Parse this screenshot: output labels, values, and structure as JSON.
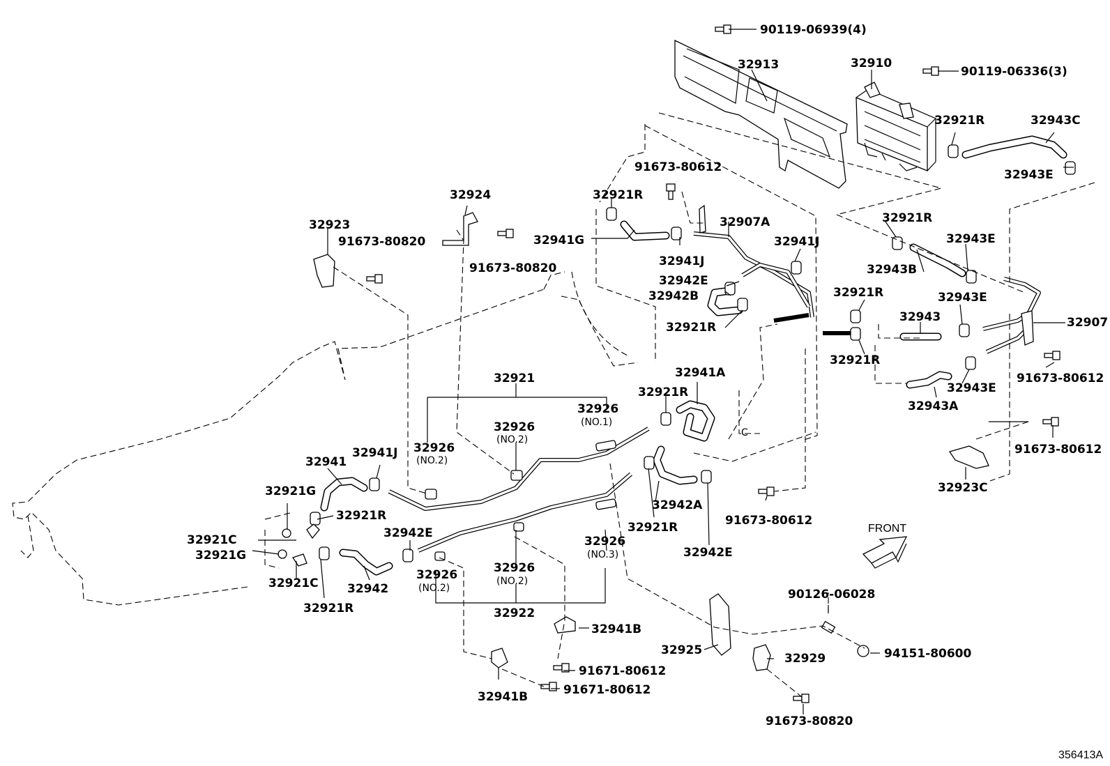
{
  "diagram_id": "356413A",
  "front_label": "FRONT",
  "labels": {
    "p32913": "32913",
    "p32910": "32910",
    "b90119_06939": "90119-06939(4)",
    "b90119_06336": "90119-06336(3)",
    "p32921R_a": "32921R",
    "p32943C": "32943C",
    "p32943E_a": "32943E",
    "b91673_80612_a": "91673-80612",
    "p32924": "32924",
    "p32921R_b": "32921R",
    "p32923": "32923",
    "b91673_80820_a": "91673-80820",
    "b91673_80820_b": "91673-80820",
    "p32941G": "32941G",
    "p32907A": "32907A",
    "p32941J_a": "32941J",
    "p32941J_b": "32941J",
    "p32942E_a": "32942E",
    "p32942B": "32942B",
    "p32921R_c": "32921R",
    "p32921R_d": "32921R",
    "p32943B": "32943B",
    "p32943E_b": "32943E",
    "p32921R_e": "32921R",
    "p32943": "32943",
    "p32943E_c": "32943E",
    "p32907": "32907",
    "p32921R_f": "32921R",
    "b91673_80612_b": "91673-80612",
    "p32943E_d": "32943E",
    "p32943A": "32943A",
    "p32941A": "32941A",
    "p32921R_g": "32921R",
    "p32921": "32921",
    "p32926_a": "32926",
    "no1": "(NO.1)",
    "p32926_b": "32926",
    "no2_b": "(NO.2)",
    "p32926_c": "32926",
    "no2_c": "(NO.2)",
    "p32941": "32941",
    "p32941J_c": "32941J",
    "p32921G_a": "32921G",
    "p32921R_h": "32921R",
    "p32921C_a": "32921C",
    "p32921G_b": "32921G",
    "p32921C_b": "32921C",
    "p32921R_i": "32921R",
    "p32942": "32942",
    "p32942E_b": "32942E",
    "p32926_d": "32926",
    "no2_d": "(NO.2)",
    "p32926_e": "32926",
    "no2_e": "(NO.2)",
    "p32926_f": "32926",
    "no3": "(NO.3)",
    "p32922": "32922",
    "p32942A": "32942A",
    "p32921R_j": "32921R",
    "p32942E_c": "32942E",
    "b91673_80612_c": "91673-80612",
    "b91673_80612_d": "91673-80612",
    "p32923C": "32923C",
    "p32941B_a": "32941B",
    "b91671_80612_a": "91671-80612",
    "p32941B_b": "32941B",
    "b91671_80612_b": "91671-80612",
    "p32925": "32925",
    "b90126_06028": "90126-06028",
    "b94151_80600": "94151-80600",
    "p32929": "32929",
    "b91673_80820_c": "91673-80820",
    "c_mark": "C"
  }
}
